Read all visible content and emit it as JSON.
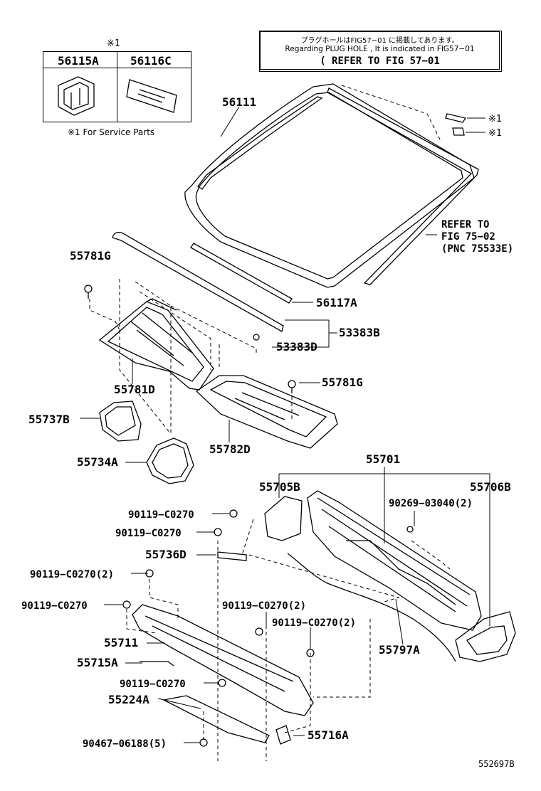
{
  "legend": {
    "mark": "※1",
    "col1": "56115A",
    "col2": "56116C",
    "footnote": "※1 For Service Parts"
  },
  "note": {
    "line1": "プラグホールはFIG57−01 に掲載してあります。",
    "line2": "Regarding PLUG HOLE , It is indicated in FIG57−01",
    "line3": "( REFER TO FIG 57−01"
  },
  "refer": {
    "line1": "REFER TO",
    "line2": "FIG 75−02",
    "line3": "(PNC 75533E)"
  },
  "marks": {
    "m1": "※1",
    "m2": "※1"
  },
  "labels": {
    "p56111": "56111",
    "p55781g_a": "55781G",
    "p56117a": "56117A",
    "p53383b": "53383B",
    "p53383d": "53383D",
    "p55781g_b": "55781G",
    "p55781d": "55781D",
    "p55737b": "55737B",
    "p55782d": "55782D",
    "p55734a": "55734A",
    "p55701": "55701",
    "p55705b": "55705B",
    "p55706b": "55706B",
    "p90269": "90269−03040(2)",
    "p90119_1": "90119−C0270",
    "p90119_2": "90119−C0270",
    "p55736d": "55736D",
    "p90119_3": "90119−C0270(2)",
    "p90119_4": "90119−C0270",
    "p90119_5": "90119−C0270(2)",
    "p90119_6": "90119−C0270(2)",
    "p55711": "55711",
    "p55797a": "55797A",
    "p55715a": "55715A",
    "p90119_7": "90119−C0270",
    "p55224a": "55224A",
    "p55716a": "55716A",
    "p90467": "90467−06188(5)",
    "figno": "552697B"
  }
}
